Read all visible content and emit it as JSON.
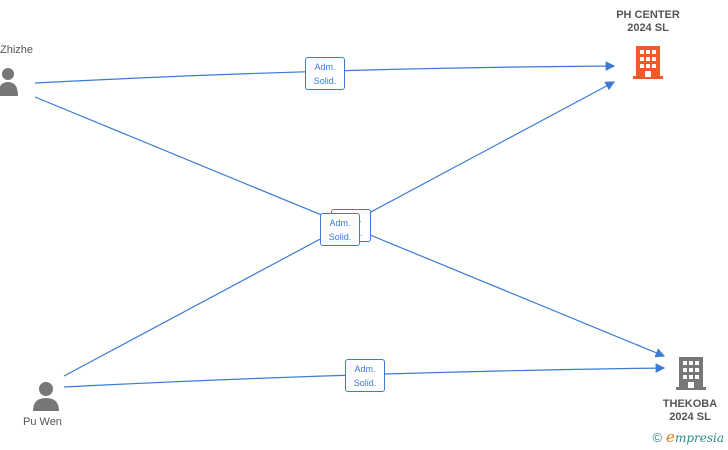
{
  "persons": [
    {
      "name": "Zhizhe"
    },
    {
      "name": "Pu Wen"
    }
  ],
  "companies": [
    {
      "name": "PH CENTER\n2024  SL",
      "color": "#f05a28"
    },
    {
      "name": "THEKOBA\n2024  SL",
      "color": "#777777"
    }
  ],
  "relations": [
    {
      "from": "Zhizhe",
      "to": "PH CENTER 2024 SL",
      "line1": "Adm.",
      "line2": "Solid."
    },
    {
      "from": "Zhizhe",
      "to": "THEKOBA 2024 SL",
      "line1": "Adm.",
      "line2": "Solid."
    },
    {
      "from": "Pu Wen",
      "to": "PH CENTER 2024 SL",
      "line1": "Adm.",
      "line2": "Solid."
    },
    {
      "from": "Pu Wen",
      "to": "THEKOBA 2024 SL",
      "line1": "Adm.",
      "line2": "Solid."
    }
  ],
  "edge_color": "#3a7bd5",
  "person_icon_color": "#777777",
  "footer": {
    "copyright": "©",
    "brand_initial": "e",
    "brand_rest": "mpresia"
  }
}
